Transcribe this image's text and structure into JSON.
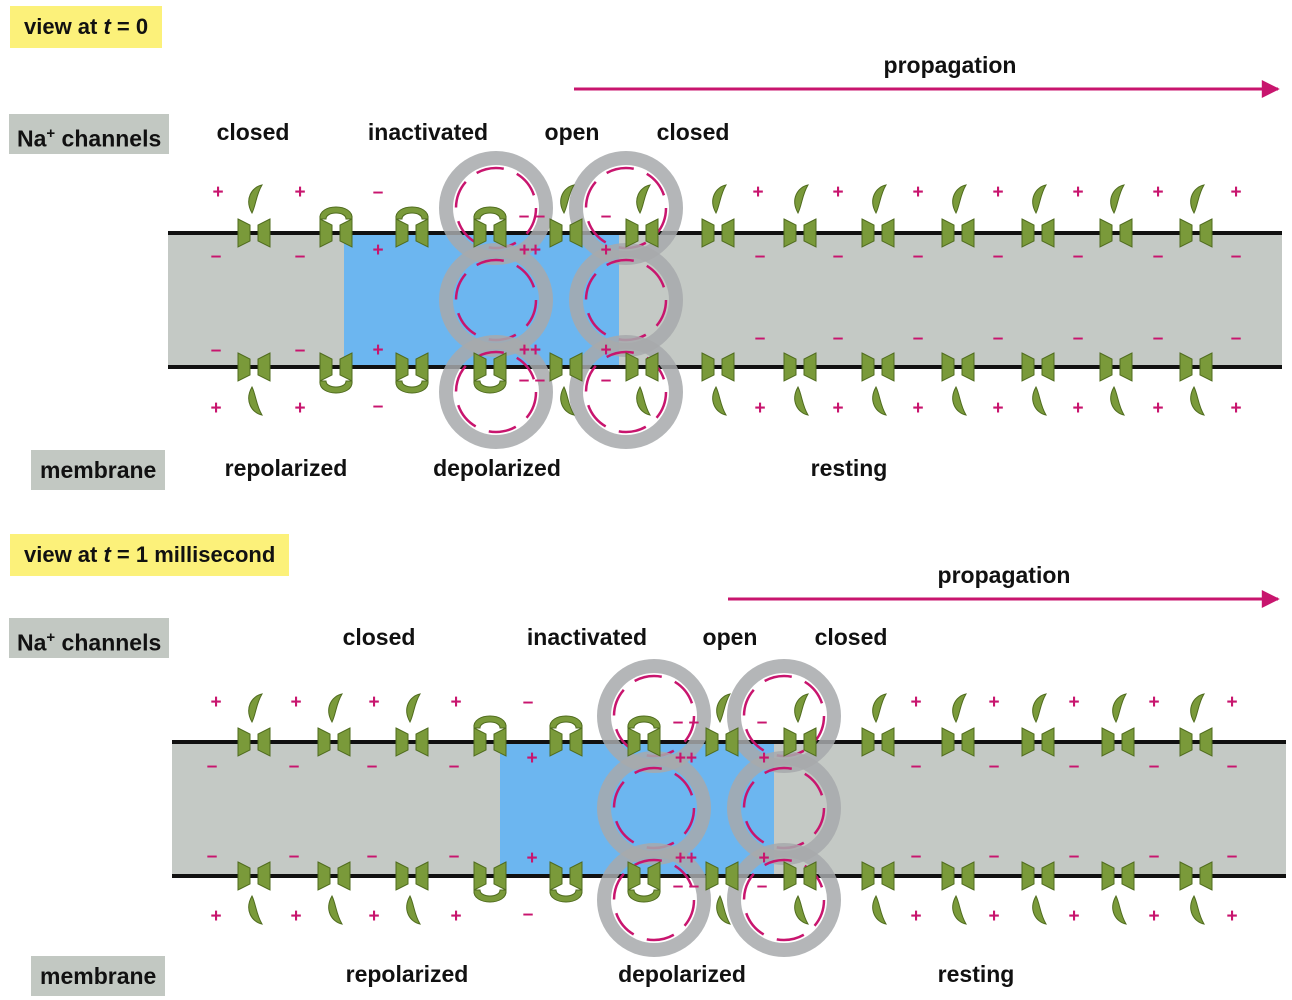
{
  "colors": {
    "highlight": "#fcf17a",
    "membrane_band": "#c4c9c5",
    "depolarized_region": "#6cb6f0",
    "channel": "#7a9a3a",
    "charge": "#c8156e",
    "current_loop": "#a7a9ab"
  },
  "panels": [
    {
      "title_prefix": "view at ",
      "title_var": "t",
      "title_suffix": " = 0",
      "propagation": "propagation",
      "na_label": "Na",
      "na_sup": "+",
      "na_suffix": " channels",
      "channel_states": [
        "closed",
        "inactivated",
        "open",
        "closed"
      ],
      "membrane_label": "membrane",
      "membrane_states": [
        "repolarized",
        "depolarized",
        "resting"
      ]
    },
    {
      "title_prefix": "view at ",
      "title_var": "t",
      "title_suffix": " = 1 millisecond",
      "propagation": "propagation",
      "na_label": "Na",
      "na_sup": "+",
      "na_suffix": " channels",
      "channel_states": [
        "closed",
        "inactivated",
        "open",
        "closed"
      ],
      "membrane_label": "membrane",
      "membrane_states": [
        "repolarized",
        "depolarized",
        "resting"
      ]
    }
  ],
  "charge_signs": {
    "plus": "+",
    "minus": "–",
    "double_plus": "++",
    "double_minus": "– –"
  }
}
